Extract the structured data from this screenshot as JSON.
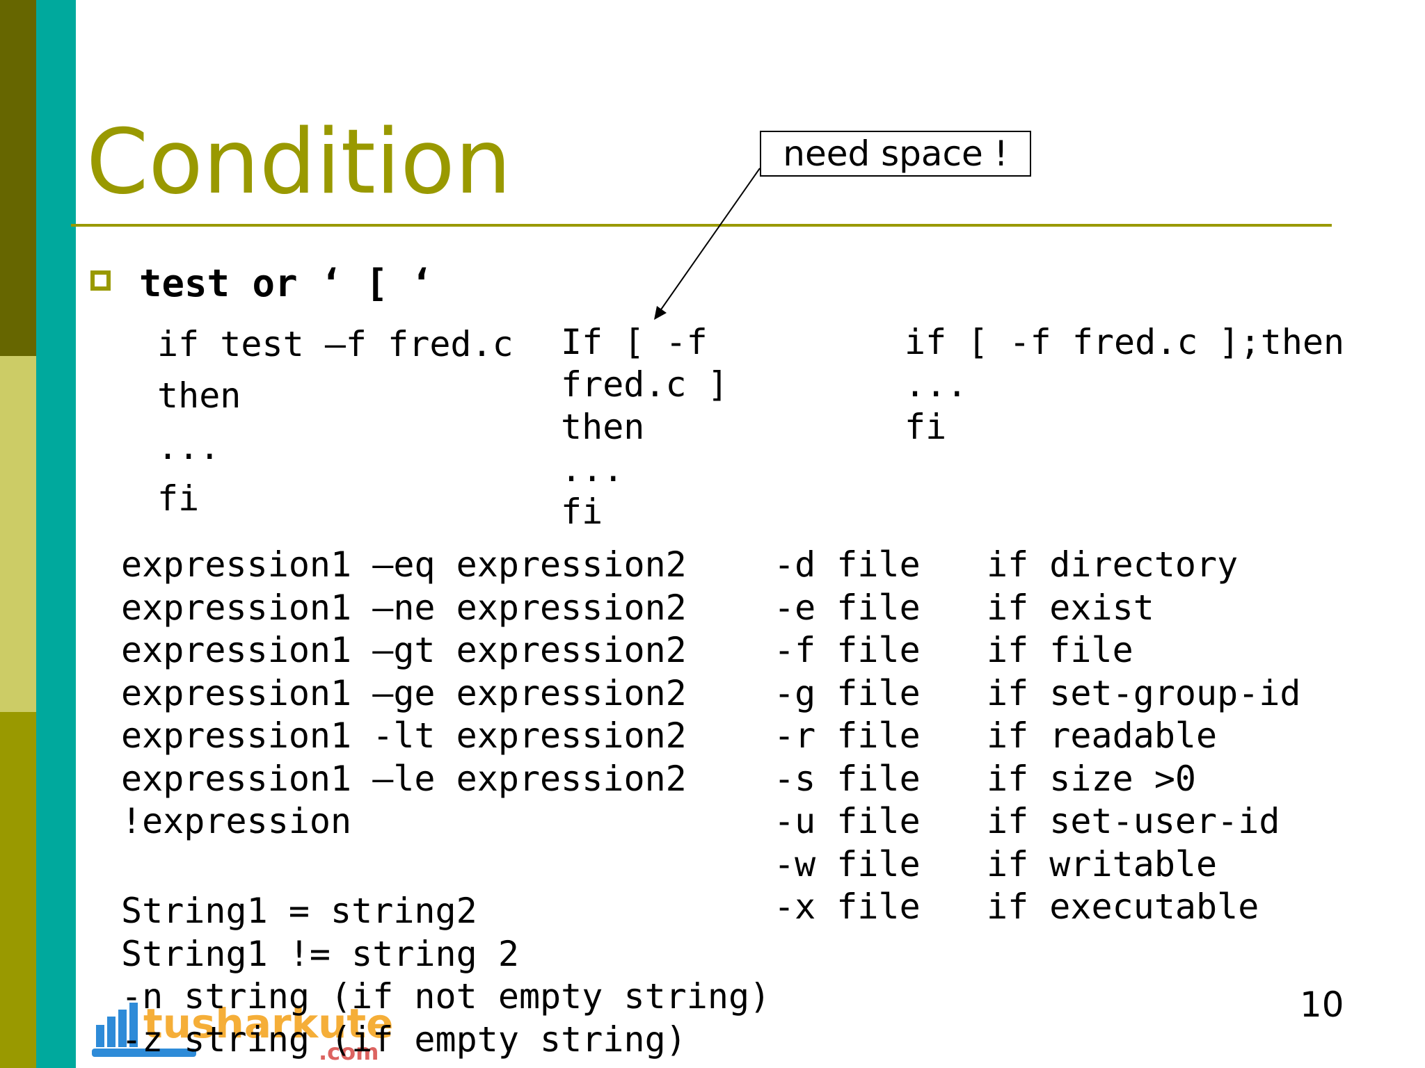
{
  "slide": {
    "title": "Condition",
    "callout": "need space !",
    "bullet": "test or ‘ [ ‘",
    "page_number": "10",
    "examples": [
      [
        "if test –f fred.c",
        "then",
        "...",
        "fi"
      ],
      [
        "If [ -f",
        "fred.c ]",
        "then",
        "...",
        "fi"
      ],
      [
        "if [ -f fred.c ];then",
        "...",
        "fi"
      ]
    ],
    "operators": [
      "expression1 –eq expression2",
      "expression1 –ne expression2",
      "expression1 –gt expression2",
      "expression1 –ge expression2",
      "expression1 -lt expression2",
      "expression1 –le expression2",
      "!expression"
    ],
    "strings": [
      "String1 = string2",
      "String1 != string 2",
      "-n string (if not empty string)",
      "-z string (if empty string)"
    ],
    "file_tests": [
      {
        "flag": "-d file",
        "meaning": "if directory"
      },
      {
        "flag": "-e file",
        "meaning": "if exist"
      },
      {
        "flag": "-f file",
        "meaning": "if file"
      },
      {
        "flag": "-g file",
        "meaning": "if set-group-id"
      },
      {
        "flag": "-r file",
        "meaning": "if readable"
      },
      {
        "flag": "-s file",
        "meaning": "if size >0"
      },
      {
        "flag": "-u file",
        "meaning": "if set-user-id"
      },
      {
        "flag": "-w file",
        "meaning": "if writable"
      },
      {
        "flag": "-x file",
        "meaning": "if executable"
      }
    ],
    "logo_text": "tusharkute",
    "logo_suffix": ".com"
  },
  "colors": {
    "accent": "#999900",
    "dark_olive": "#666600",
    "light_olive": "#CCCC66",
    "teal": "#00A99D",
    "logo_orange": "#F5A623",
    "logo_blue": "#2E8BD8"
  }
}
